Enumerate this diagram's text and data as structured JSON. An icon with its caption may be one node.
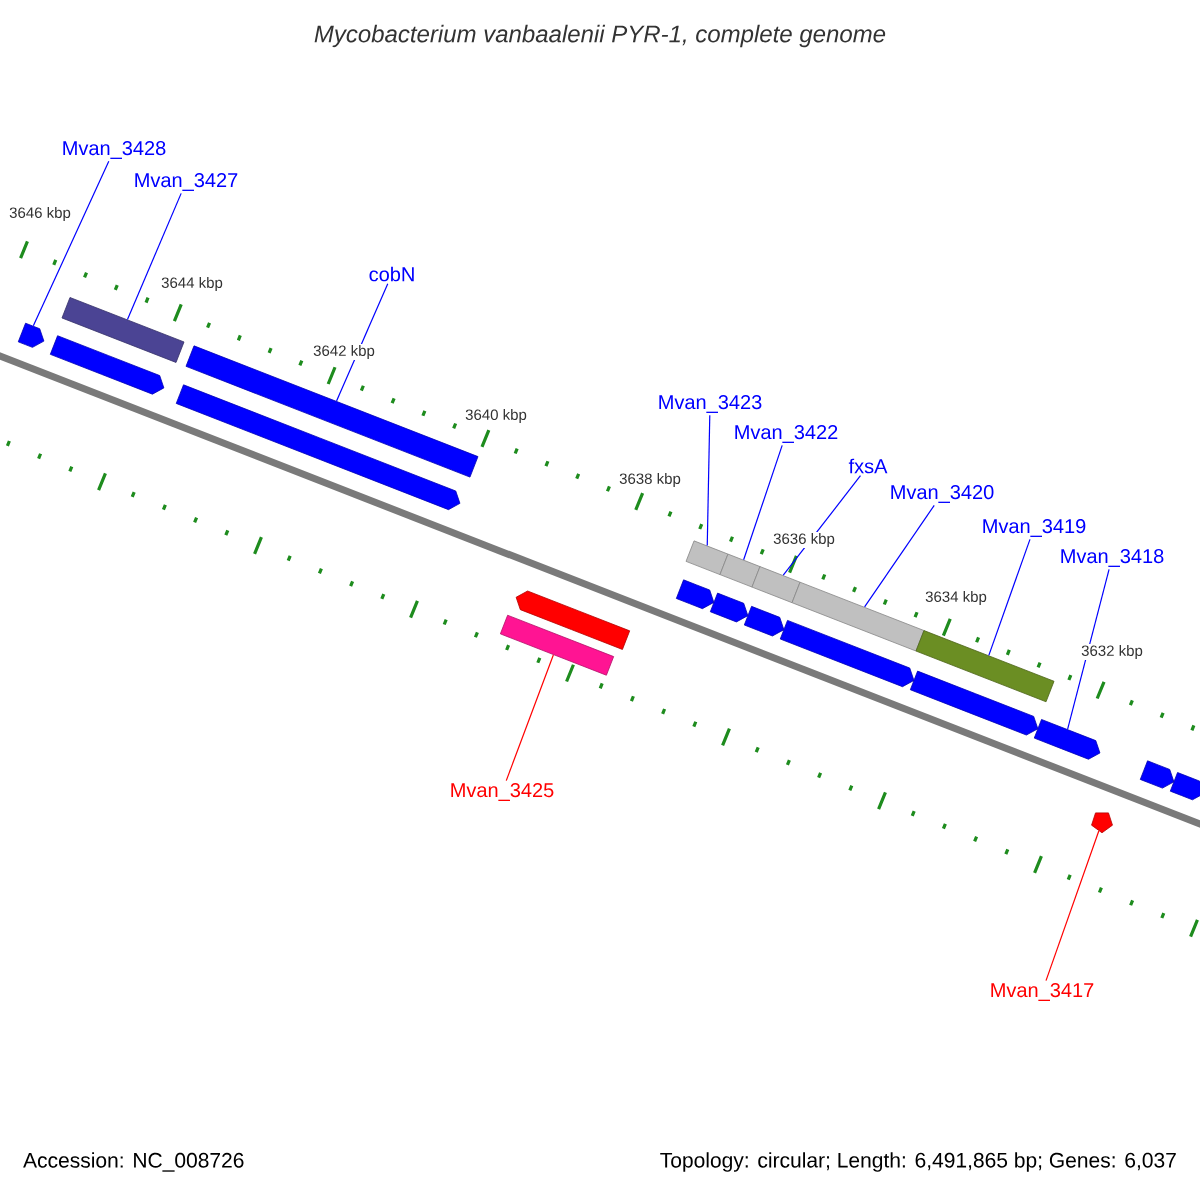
{
  "diagram": {
    "title": "Mycobacterium vanbaalenii PYR-1, complete genome",
    "nodes": [
      {
        "text": [
          "Mvan_3428"
        ]
      },
      {
        "text": [
          "Mvan_3427"
        ]
      },
      {
        "text": [
          "cobN"
        ]
      },
      {
        "text": [
          "Mvan_3423"
        ]
      },
      {
        "text": [
          "Mvan_3422"
        ]
      },
      {
        "text": [
          "fxsA"
        ]
      },
      {
        "text": [
          "Mvan_3420"
        ]
      },
      {
        "text": [
          "Mvan_3419"
        ]
      },
      {
        "text": [
          "Mvan_3418"
        ]
      },
      {
        "text": [
          "Mvan_3425"
        ]
      },
      {
        "text": [
          "Mvan_3417"
        ]
      },
      {
        "text": [],
        "shape": "pentagon"
      },
      {
        "text": [],
        "shape": "pentagon"
      },
      {
        "text": [],
        "shape": "bar"
      },
      {
        "text": [],
        "shape": "pentagon"
      },
      {
        "text": [],
        "shape": "bar"
      },
      {
        "text": [],
        "shape": "bar"
      },
      {
        "text": [],
        "shape": "pentagon"
      },
      {
        "text": [],
        "shape": "pentagon"
      },
      {
        "text": [],
        "shape": "bar"
      },
      {
        "text": [],
        "shape": "pentagon"
      },
      {
        "text": [],
        "shape": "bar"
      },
      {
        "text": [],
        "shape": "pentagon"
      },
      {
        "text": [],
        "shape": "bar"
      },
      {
        "text": [],
        "shape": "pentagon"
      },
      {
        "text": [],
        "shape": "bar"
      },
      {
        "text": [],
        "shape": "pentagon"
      },
      {
        "text": [],
        "shape": "bar"
      },
      {
        "text": [],
        "shape": "pentagon"
      },
      {
        "text": [],
        "shape": "pentagon"
      },
      {
        "text": [],
        "shape": "pentagon"
      },
      {
        "text": [],
        "shape": "pentagon"
      }
    ],
    "edges": [
      {
        "from": 0,
        "to": 11,
        "arrow": "none"
      },
      {
        "from": 1,
        "to": 13,
        "arrow": "none"
      },
      {
        "from": 2,
        "to": 15,
        "arrow": "none"
      },
      {
        "from": 3,
        "to": 19,
        "arrow": "none"
      },
      {
        "from": 4,
        "to": 21,
        "arrow": "none"
      },
      {
        "from": 5,
        "to": 23,
        "arrow": "none"
      },
      {
        "from": 6,
        "to": 25,
        "arrow": "none"
      },
      {
        "from": 7,
        "to": 27,
        "arrow": "none"
      },
      {
        "from": 8,
        "to": 28,
        "arrow": "none"
      },
      {
        "from": 9,
        "to": 16,
        "arrow": "none",
        "color": "#ff0000"
      },
      {
        "from": 10,
        "to": 29,
        "arrow": "none",
        "color": "#ff0000"
      }
    ],
    "labels": [
      "3646 kbp",
      "3644 kbp",
      "3642 kbp",
      "3640 kbp",
      "3638 kbp",
      "3636 kbp",
      "3634 kbp",
      "3632 kbp",
      "Accession: NC_008726",
      "Topology: circular; Length: 6,491,865 bp; Genes: 6,037"
    ]
  }
}
